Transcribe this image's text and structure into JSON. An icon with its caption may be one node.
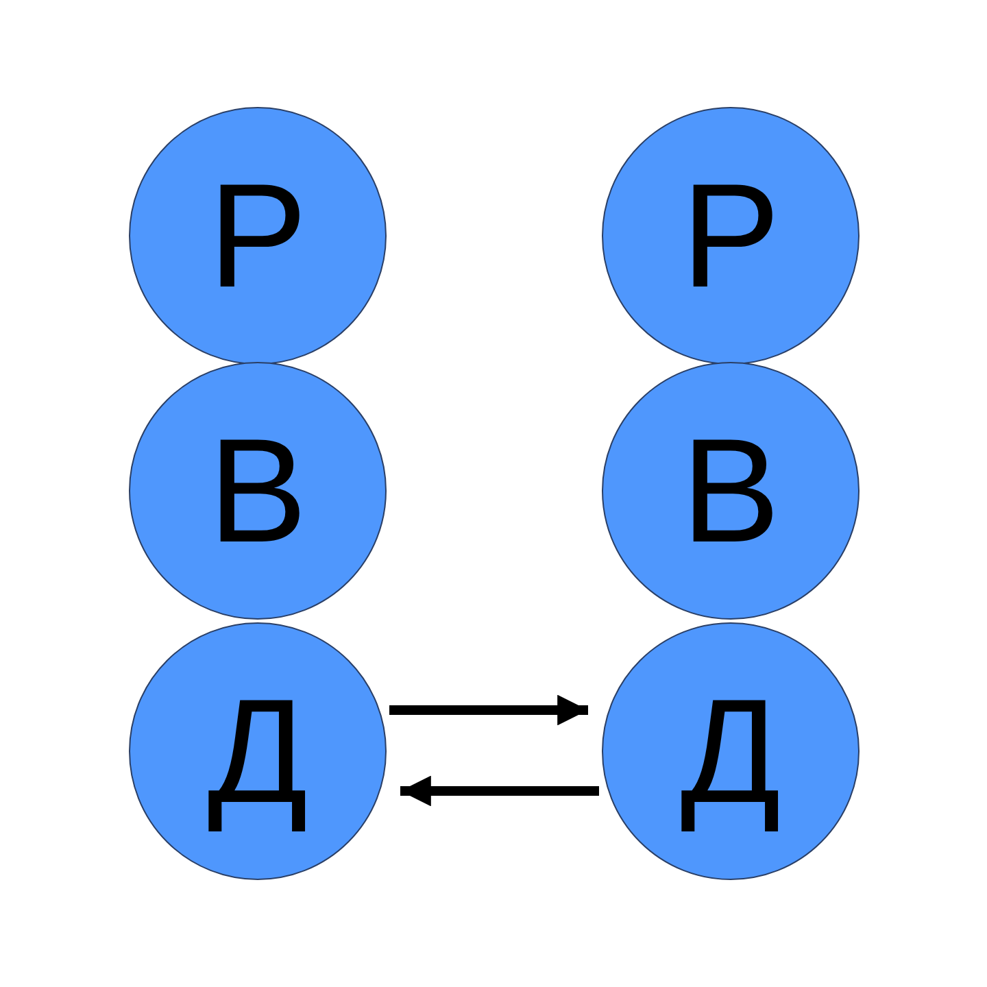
{
  "diagram": {
    "nodes": [
      {
        "text": [
          "Р"
        ]
      },
      {
        "text": [
          "В"
        ]
      },
      {
        "text": [
          "Д"
        ]
      },
      {
        "text": [
          "Р"
        ]
      },
      {
        "text": [
          "В"
        ]
      },
      {
        "text": [
          "Д"
        ]
      }
    ],
    "edges": [
      {
        "from": 2,
        "to": 5,
        "arrow": "to"
      },
      {
        "from": 5,
        "to": 2,
        "arrow": "to"
      }
    ]
  }
}
